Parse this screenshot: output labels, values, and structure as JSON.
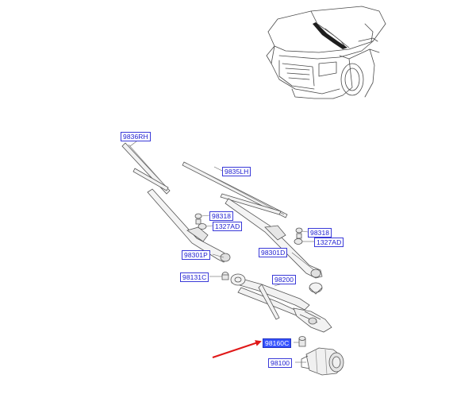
{
  "colors": {
    "label_text": "#1a1ad0",
    "label_border": "#3a3ad8",
    "selected_bg": "#3553ff",
    "arrow": "#e01818",
    "line_art": "#555555"
  },
  "icons": {
    "pointer": "red-arrow-icon",
    "vehicle": "car-front-view-icon"
  },
  "callouts": {
    "blade_rh": "9836RH",
    "blade_lh": "9835LH",
    "nut_rh": "98318",
    "cap_rh": "1327AD",
    "nut_lh": "98318",
    "cap_lh": "1327AD",
    "arm_passenger": "98301P",
    "arm_driver": "98301D",
    "bracket": "98131C",
    "linkage": "98200",
    "crank": "98160C",
    "motor": "98100"
  },
  "selected_callout": "98160C"
}
